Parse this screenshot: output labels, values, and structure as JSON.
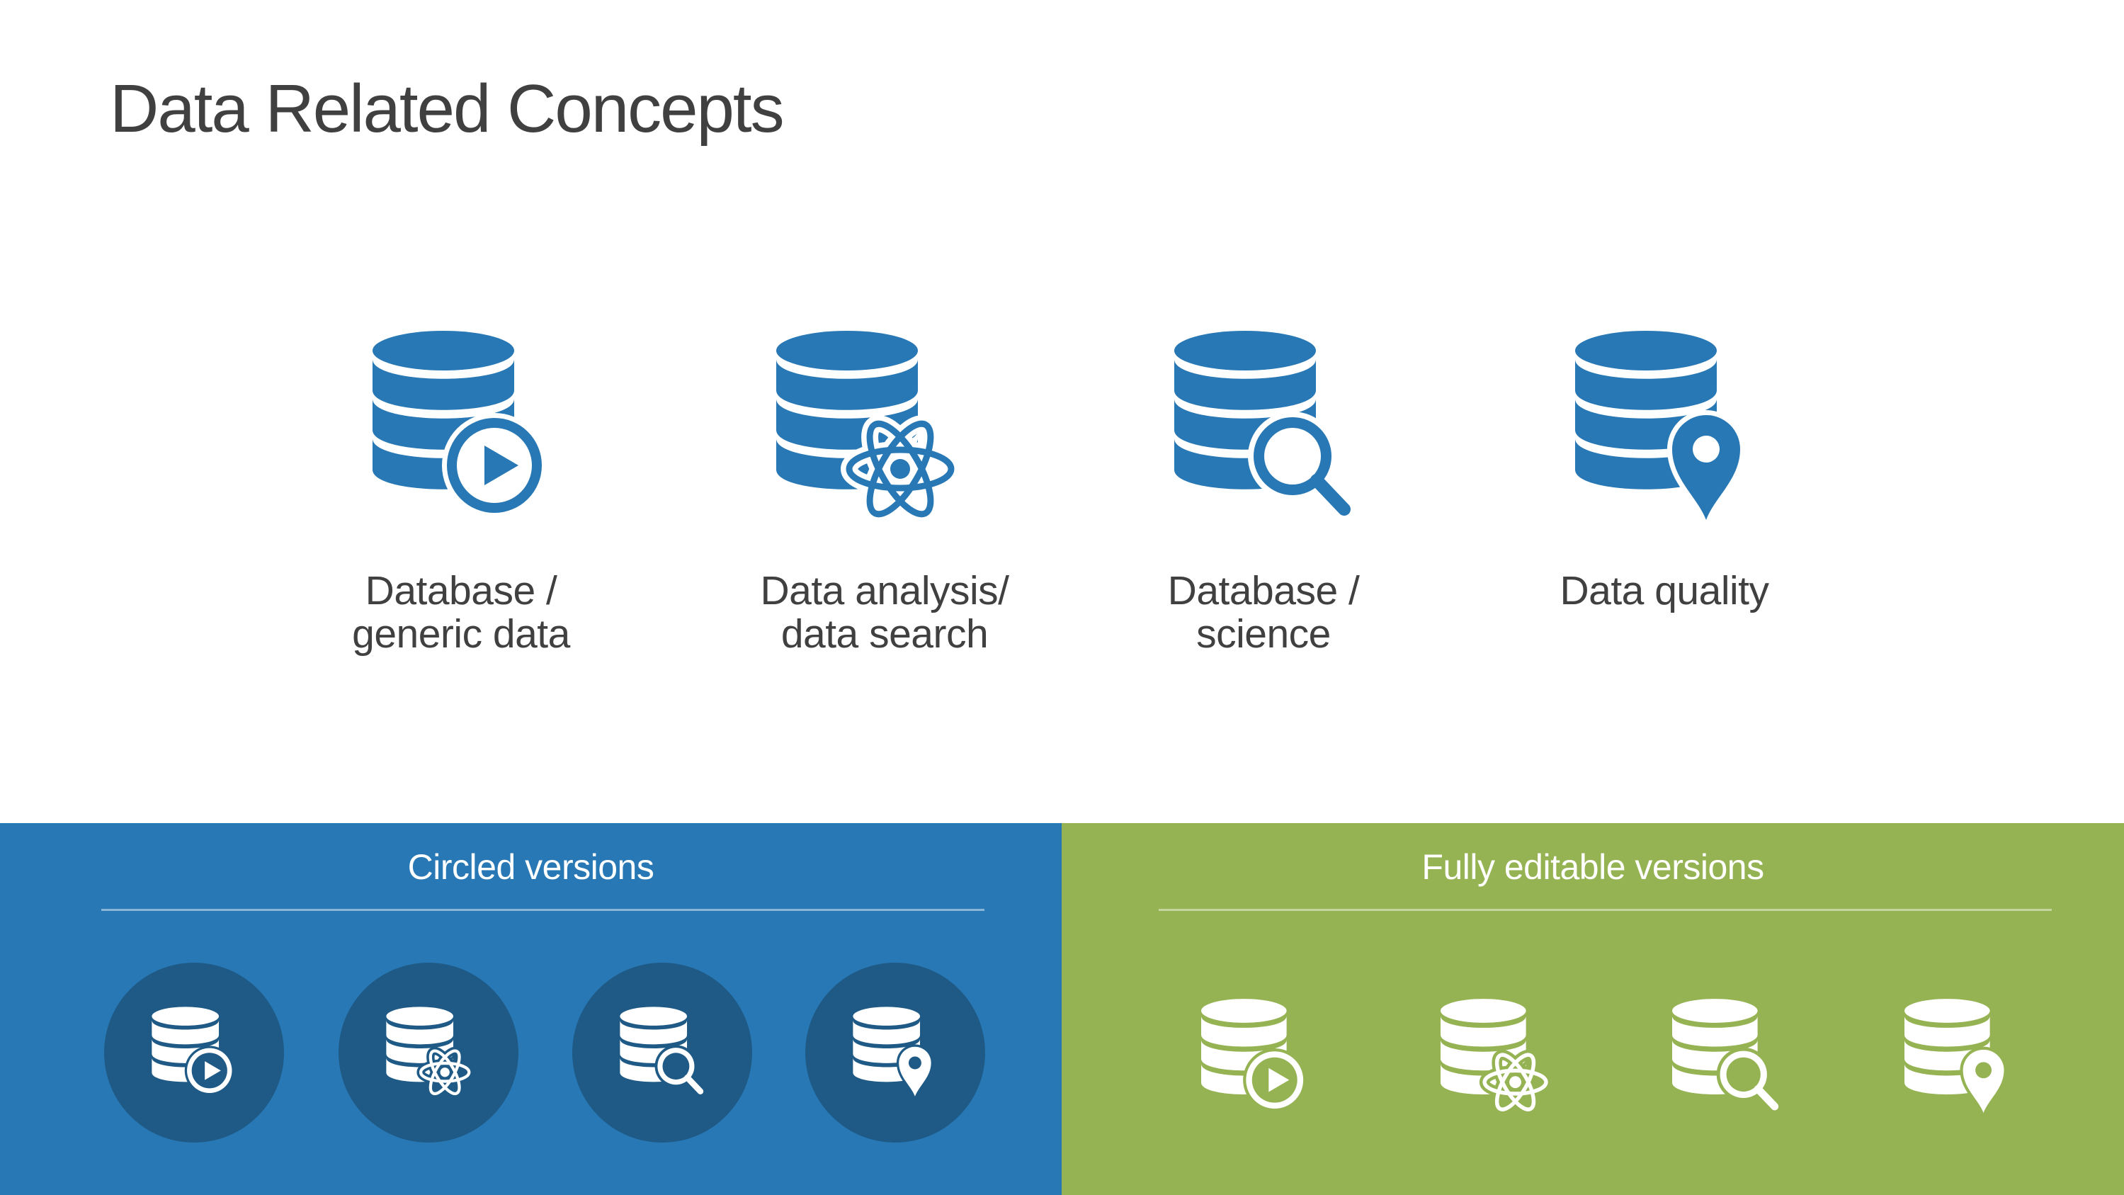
{
  "slide": {
    "title": "Data Related Concepts"
  },
  "concepts": [
    {
      "line1": "Database /",
      "line2": "generic data",
      "icon": "database-play"
    },
    {
      "line1": "Data analysis/",
      "line2": "data search",
      "icon": "database-atom"
    },
    {
      "line1": "Database /",
      "line2": "science",
      "icon": "database-search"
    },
    {
      "line1": "Data quality",
      "line2": "",
      "icon": "database-pin"
    }
  ],
  "sections": {
    "circled": {
      "title": "Circled versions",
      "icons": [
        "database-play",
        "database-atom",
        "database-search",
        "database-pin"
      ]
    },
    "editable": {
      "title": "Fully editable versions",
      "icons": [
        "database-play",
        "database-atom",
        "database-search",
        "database-pin"
      ]
    }
  },
  "colors": {
    "icon_blue": "#2878B5",
    "band_blue": "#2878B5",
    "badge_circle_dark_blue": "#1E5A85",
    "band_green": "#96B353",
    "divider_on_blue": "rgba(255,255,255,0.45)",
    "divider_on_green": "rgba(255,255,255,0.45)",
    "text_dark": "#404040",
    "white": "#FFFFFF"
  }
}
